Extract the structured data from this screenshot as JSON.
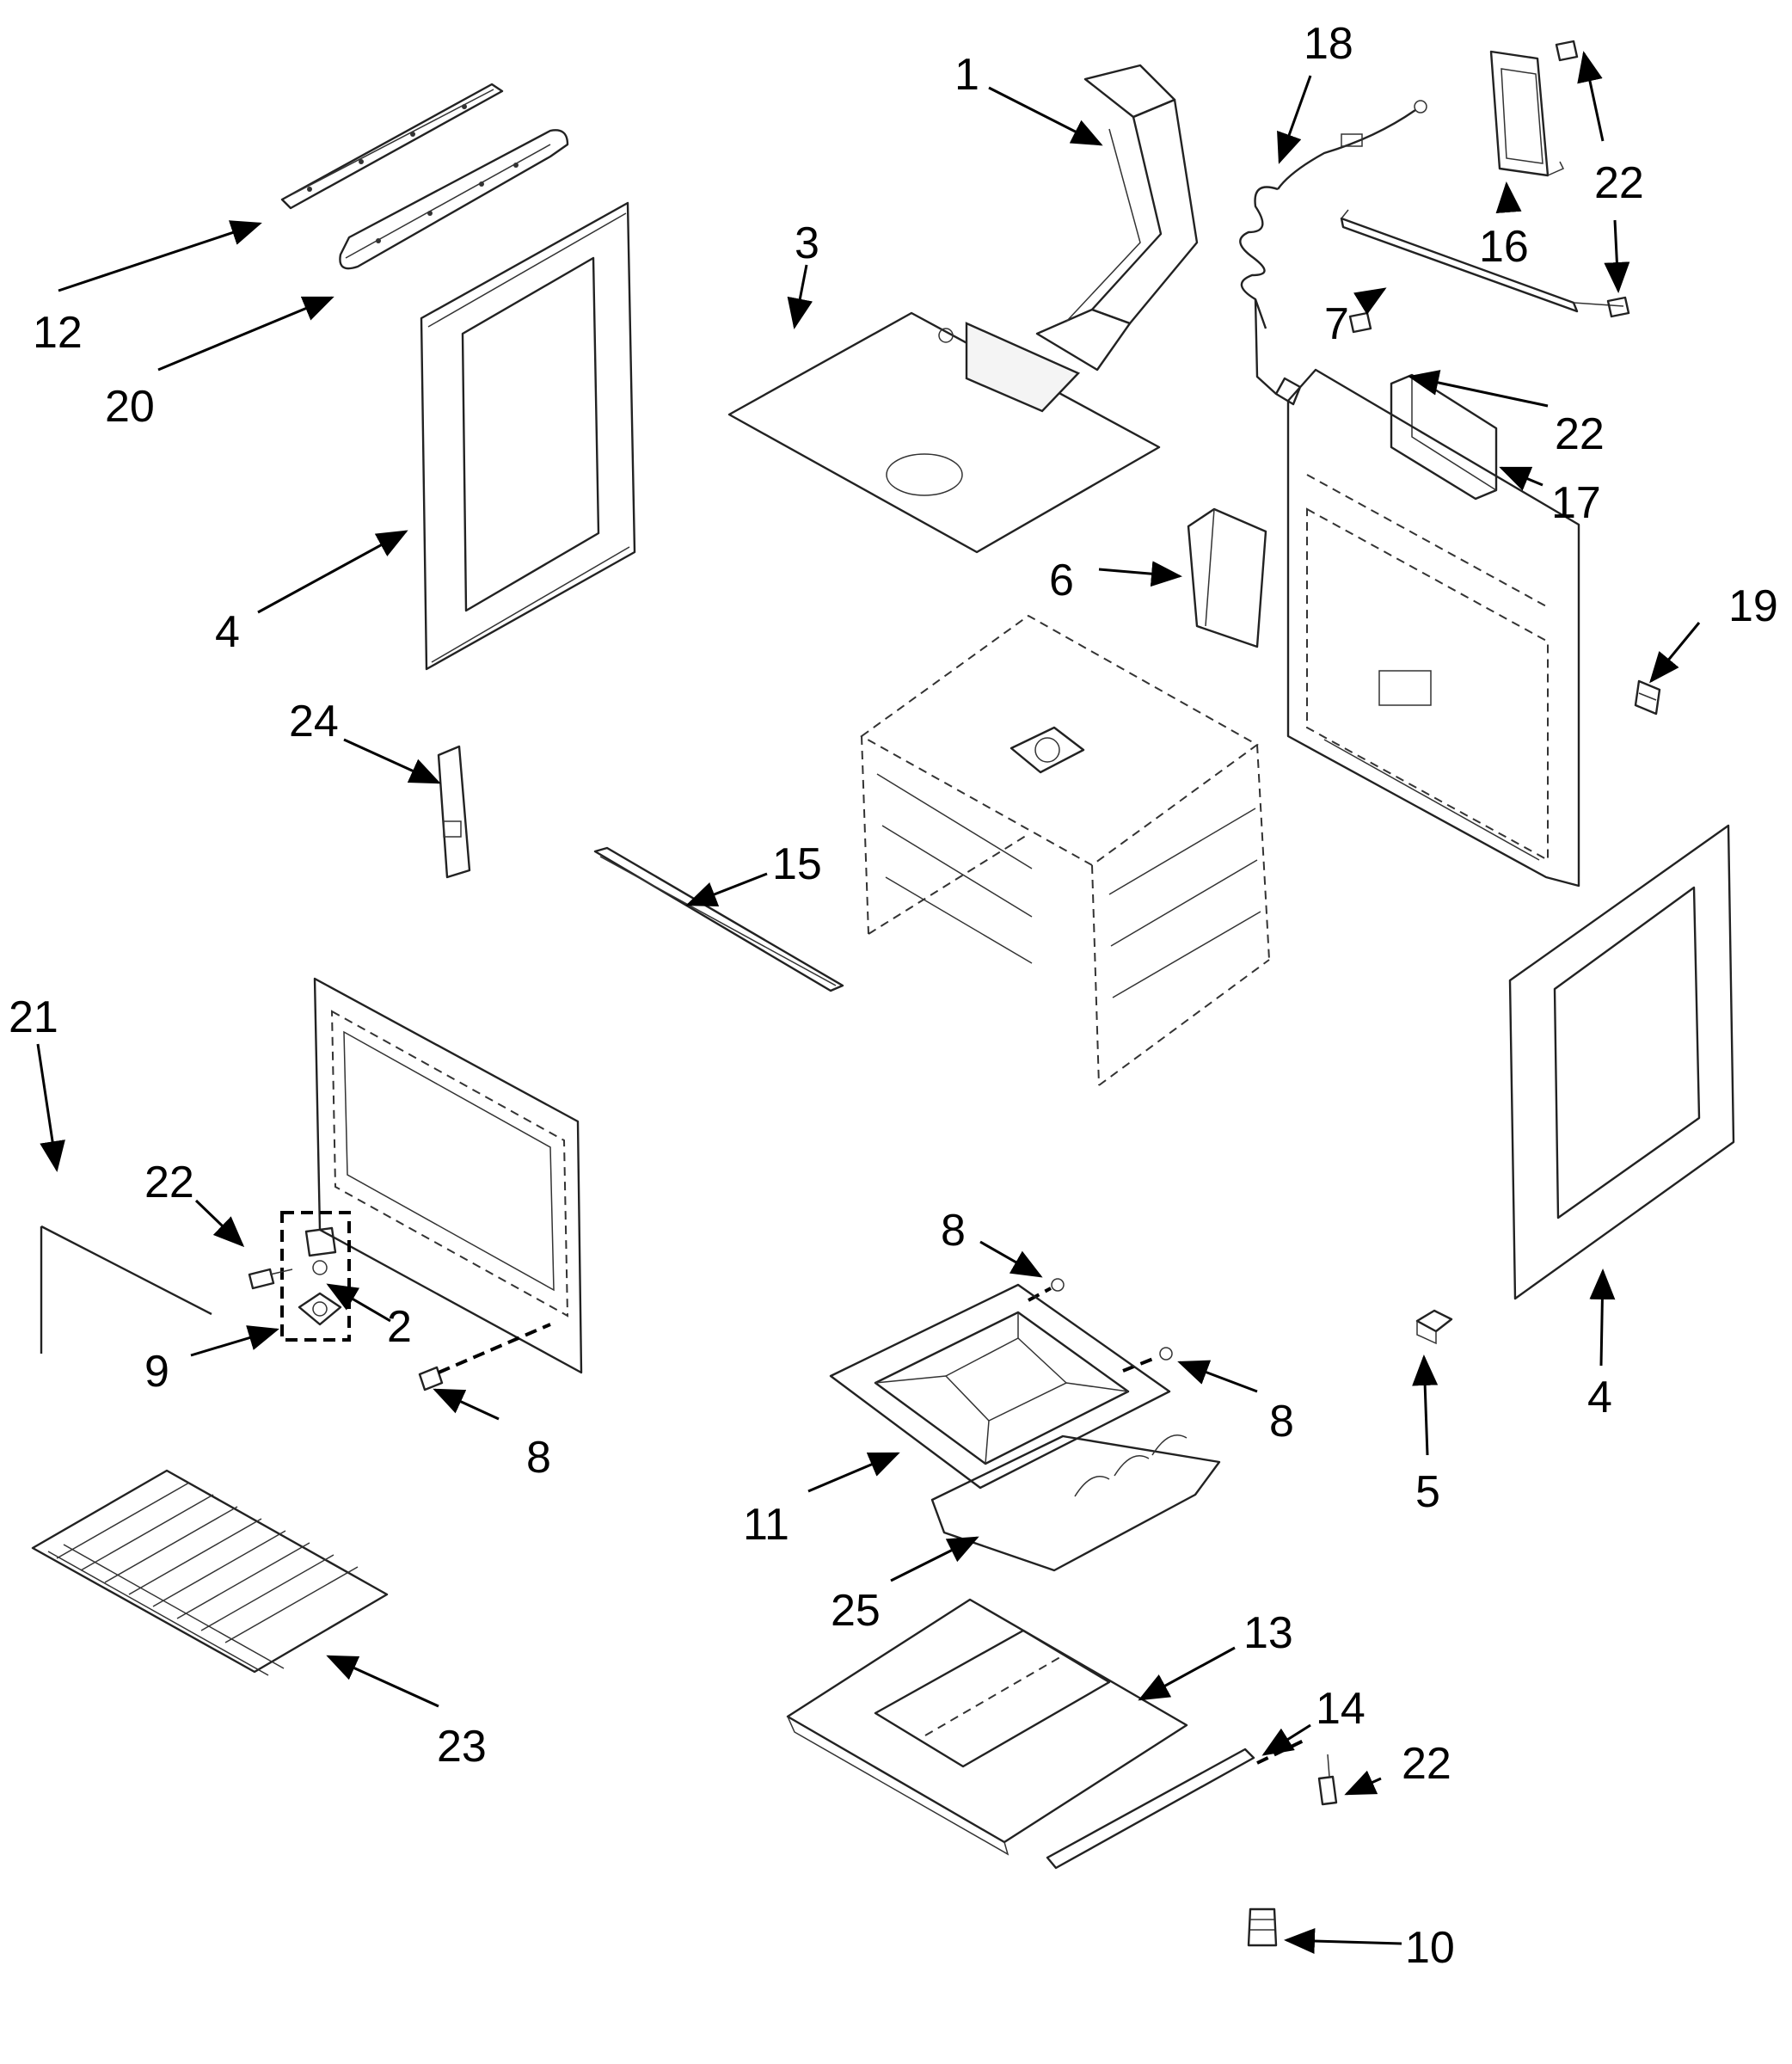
{
  "callouts": [
    {
      "id": "c1",
      "text": "1"
    },
    {
      "id": "c2",
      "text": "2"
    },
    {
      "id": "c3",
      "text": "3"
    },
    {
      "id": "c4a",
      "text": "4"
    },
    {
      "id": "c4b",
      "text": "4"
    },
    {
      "id": "c5",
      "text": "5"
    },
    {
      "id": "c6",
      "text": "6"
    },
    {
      "id": "c7",
      "text": "7"
    },
    {
      "id": "c8a",
      "text": "8"
    },
    {
      "id": "c8b",
      "text": "8"
    },
    {
      "id": "c8c",
      "text": "8"
    },
    {
      "id": "c9",
      "text": "9"
    },
    {
      "id": "c10",
      "text": "10"
    },
    {
      "id": "c11",
      "text": "11"
    },
    {
      "id": "c12",
      "text": "12"
    },
    {
      "id": "c13",
      "text": "13"
    },
    {
      "id": "c14",
      "text": "14"
    },
    {
      "id": "c15",
      "text": "15"
    },
    {
      "id": "c16",
      "text": "16"
    },
    {
      "id": "c17",
      "text": "17"
    },
    {
      "id": "c18",
      "text": "18"
    },
    {
      "id": "c19",
      "text": "19"
    },
    {
      "id": "c20",
      "text": "20"
    },
    {
      "id": "c21",
      "text": "21"
    },
    {
      "id": "c22a",
      "text": "22"
    },
    {
      "id": "c22b",
      "text": "22"
    },
    {
      "id": "c22c",
      "text": "22"
    },
    {
      "id": "c22d",
      "text": "22"
    },
    {
      "id": "c23",
      "text": "23"
    },
    {
      "id": "c24",
      "text": "24"
    },
    {
      "id": "c25",
      "text": "25"
    }
  ]
}
